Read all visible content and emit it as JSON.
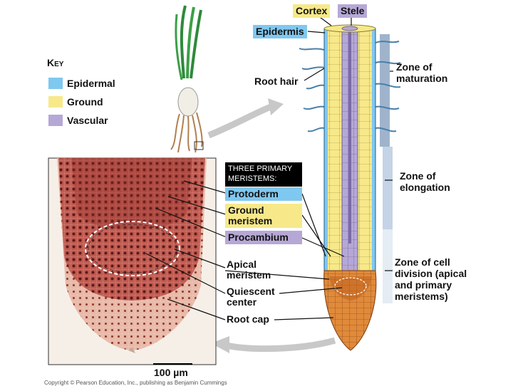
{
  "key": {
    "title": "Key",
    "items": [
      {
        "label": "Epidermal",
        "color": "#7fc8f0"
      },
      {
        "label": "Ground",
        "color": "#f7e98a"
      },
      {
        "label": "Vascular",
        "color": "#b6a8d6"
      }
    ]
  },
  "labels": {
    "cortex": "Cortex",
    "stele": "Stele",
    "epidermis": "Epidermis",
    "root_hair": "Root hair"
  },
  "meristems": {
    "title_line1": "Three primary",
    "title_line2": "meristems:",
    "protoderm": "Protoderm",
    "ground_line1": "Ground",
    "ground_line2": "meristem",
    "procambium": "Procambium"
  },
  "micrograph_labels": {
    "apical_line1": "Apical",
    "apical_line2": "meristem",
    "quiescent_line1": "Quiescent",
    "quiescent_line2": "center",
    "root_cap": "Root cap"
  },
  "zones": {
    "maturation_line1": "Zone of",
    "maturation_line2": "maturation",
    "elongation_line1": "Zone of",
    "elongation_line2": "elongation",
    "division_line1": "Zone of cell",
    "division_line2": "division (apical",
    "division_line3": "and primary",
    "division_line4": "meristems)"
  },
  "scale_bar": "100 µm",
  "copyright": "Copyright © Pearson Education, Inc., publishing as Benjamin Cummings"
}
